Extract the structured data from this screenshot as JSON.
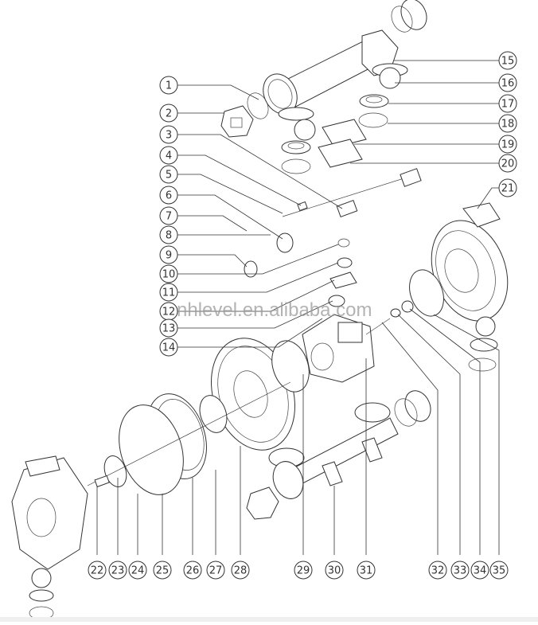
{
  "diagram": {
    "type": "exploded-parts-view",
    "subject": "air-operated double diaphragm pump",
    "watermark": "nhlevel.en.alibaba.com",
    "callouts_left": [
      "1",
      "2",
      "3",
      "4",
      "5",
      "6",
      "7",
      "8",
      "9",
      "10",
      "11",
      "12",
      "13",
      "14"
    ],
    "callouts_right": [
      "15",
      "16",
      "17",
      "18",
      "19",
      "20",
      "21"
    ],
    "callouts_bottom": [
      "22",
      "23",
      "24",
      "25",
      "26",
      "27",
      "28",
      "29",
      "30",
      "31",
      "32",
      "33",
      "34",
      "35"
    ]
  }
}
